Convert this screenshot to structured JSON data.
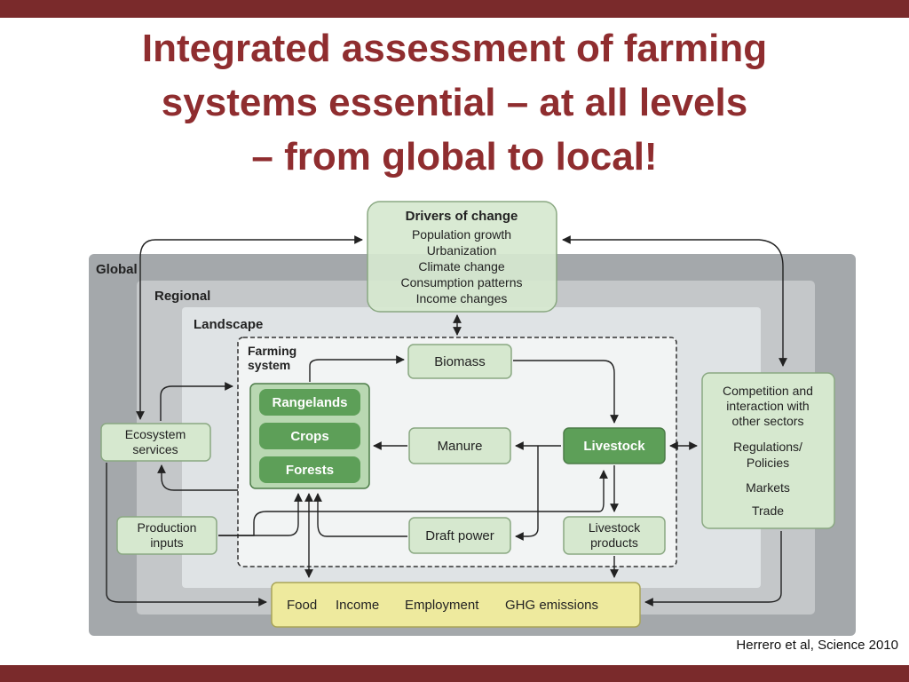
{
  "slide": {
    "title_lines": [
      "Integrated assessment of farming",
      "systems essential – at all levels",
      "–  from global to local!"
    ],
    "citation": "Herrero et al, Science 2010"
  },
  "levels": {
    "global": "Global",
    "regional": "Regional",
    "landscape": "Landscape",
    "farming_system_lines": [
      "Farming",
      "system"
    ]
  },
  "drivers": {
    "title": "Drivers of change",
    "items": [
      "Population growth",
      "Urbanization",
      "Climate change",
      "Consumption patterns",
      "Income changes"
    ]
  },
  "nodes": {
    "biomass": "Biomass",
    "rangelands": "Rangelands",
    "crops": "Crops",
    "forests": "Forests",
    "manure": "Manure",
    "livestock": "Livestock",
    "draft_power": "Draft power",
    "livestock_products_lines": [
      "Livestock",
      "products"
    ],
    "ecosystem_services_lines": [
      "Ecosystem",
      "services"
    ],
    "production_inputs_lines": [
      "Production",
      "inputs"
    ]
  },
  "competition": {
    "lines": [
      "Competition and",
      "interaction with",
      "other sectors"
    ],
    "items_lines": [
      [
        "Regulations/",
        "Policies"
      ],
      [
        "Markets"
      ],
      [
        "Trade"
      ]
    ]
  },
  "outcomes": [
    "Food",
    "Income",
    "Employment",
    "GHG emissions"
  ],
  "colors": {
    "accent_bar": "#7a2a2b",
    "title": "#8f2d2f",
    "light_green": "#d6e8cf",
    "dark_green": "#5d9f58",
    "outcome_yellow": "#eeea9e"
  }
}
